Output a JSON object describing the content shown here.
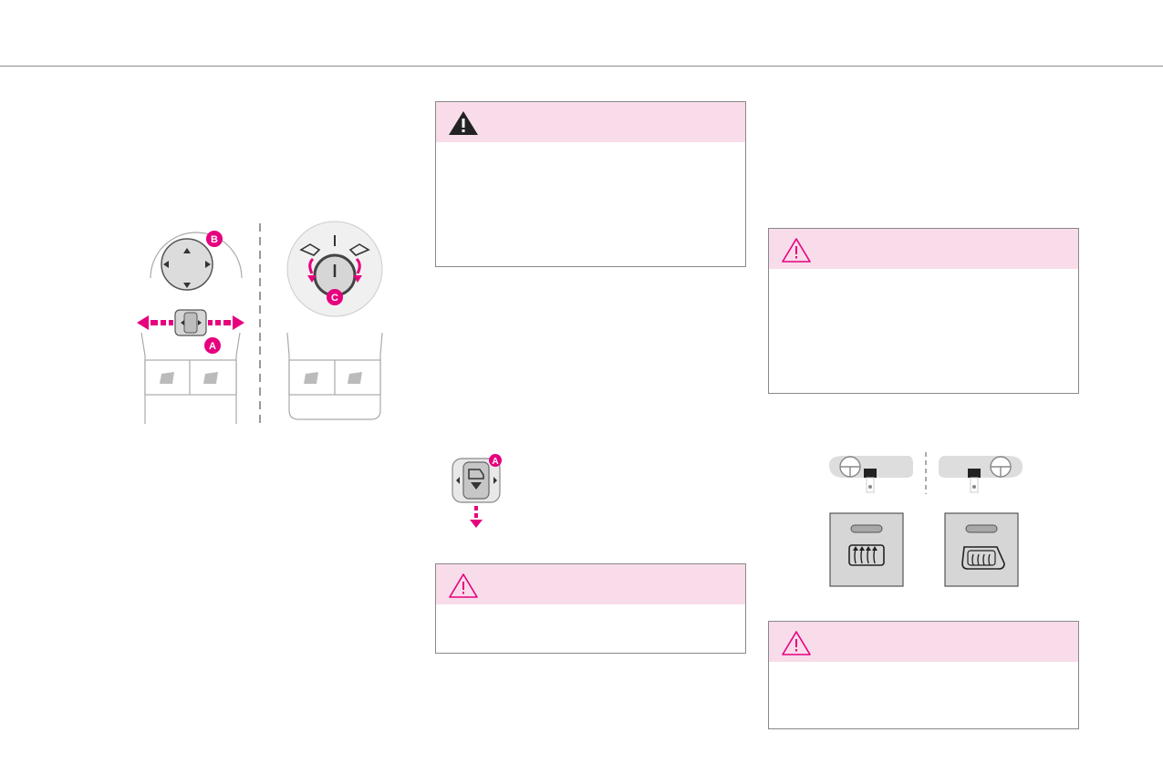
{
  "page": {
    "background": "#ffffff",
    "rule_color": "#8c8c8c"
  },
  "colors": {
    "accent_magenta": "#e6007e",
    "warning_header_bg": "#f8dcea",
    "box_border": "#888888",
    "control_grey": "#d6d6d6"
  },
  "figures": {
    "mirror_controls": {
      "callouts": [
        "A",
        "B",
        "C"
      ]
    },
    "fold_control": {
      "callouts": [
        "A"
      ]
    },
    "demist_buttons": {
      "icons": [
        "rear-screen-demist-icon",
        "mirror-demist-icon"
      ]
    }
  },
  "warning_boxes": [
    {
      "id": "warning-1",
      "icon": "filled-warning-triangle-icon"
    },
    {
      "id": "warning-2",
      "icon": "outline-warning-triangle-icon"
    },
    {
      "id": "warning-3",
      "icon": "outline-warning-triangle-icon"
    },
    {
      "id": "warning-4",
      "icon": "outline-warning-triangle-icon"
    }
  ]
}
